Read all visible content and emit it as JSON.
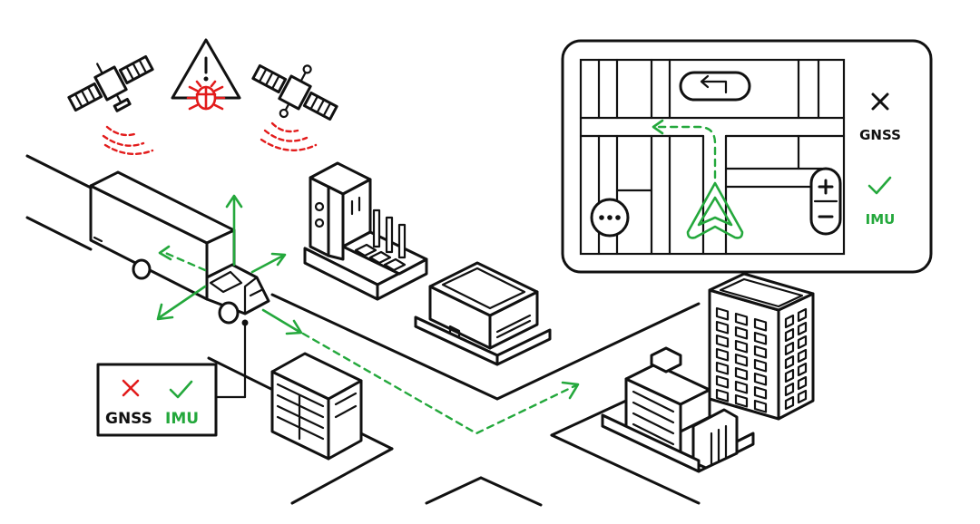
{
  "vehicle_status": {
    "gnss_label": "GNSS",
    "gnss_state": "unavailable",
    "imu_label": "IMU",
    "imu_state": "available"
  },
  "nav_display": {
    "gnss_label": "GNSS",
    "gnss_state": "unavailable",
    "imu_label": "IMU",
    "imu_state": "available",
    "zoom_in_symbol": "+",
    "zoom_out_symbol": "−",
    "more_symbol": "•••",
    "turn_icon": "turn-left-icon"
  },
  "icons": {
    "fail": "x-mark-icon",
    "ok": "check-mark-icon",
    "warning": "warning-bug-icon",
    "satellite": "satellite-icon"
  },
  "colors": {
    "ok": "#24a83c",
    "fail": "#e21b1b",
    "line": "#111111"
  }
}
